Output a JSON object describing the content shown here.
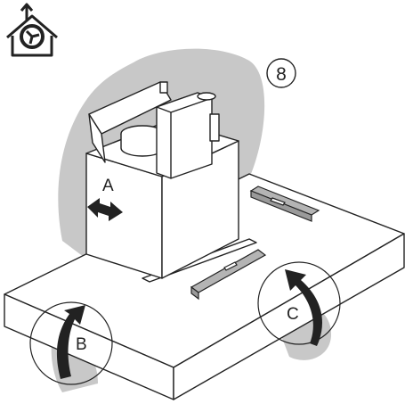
{
  "step": {
    "number": "8"
  },
  "labels": {
    "a": "A",
    "b": "B",
    "c": "C"
  },
  "icons": {
    "brand": "house-fan-logo-icon"
  },
  "colors": {
    "shadow": "#c8c8c8",
    "ink": "#222222",
    "paper": "#ffffff",
    "level": "#b4b4b4"
  }
}
